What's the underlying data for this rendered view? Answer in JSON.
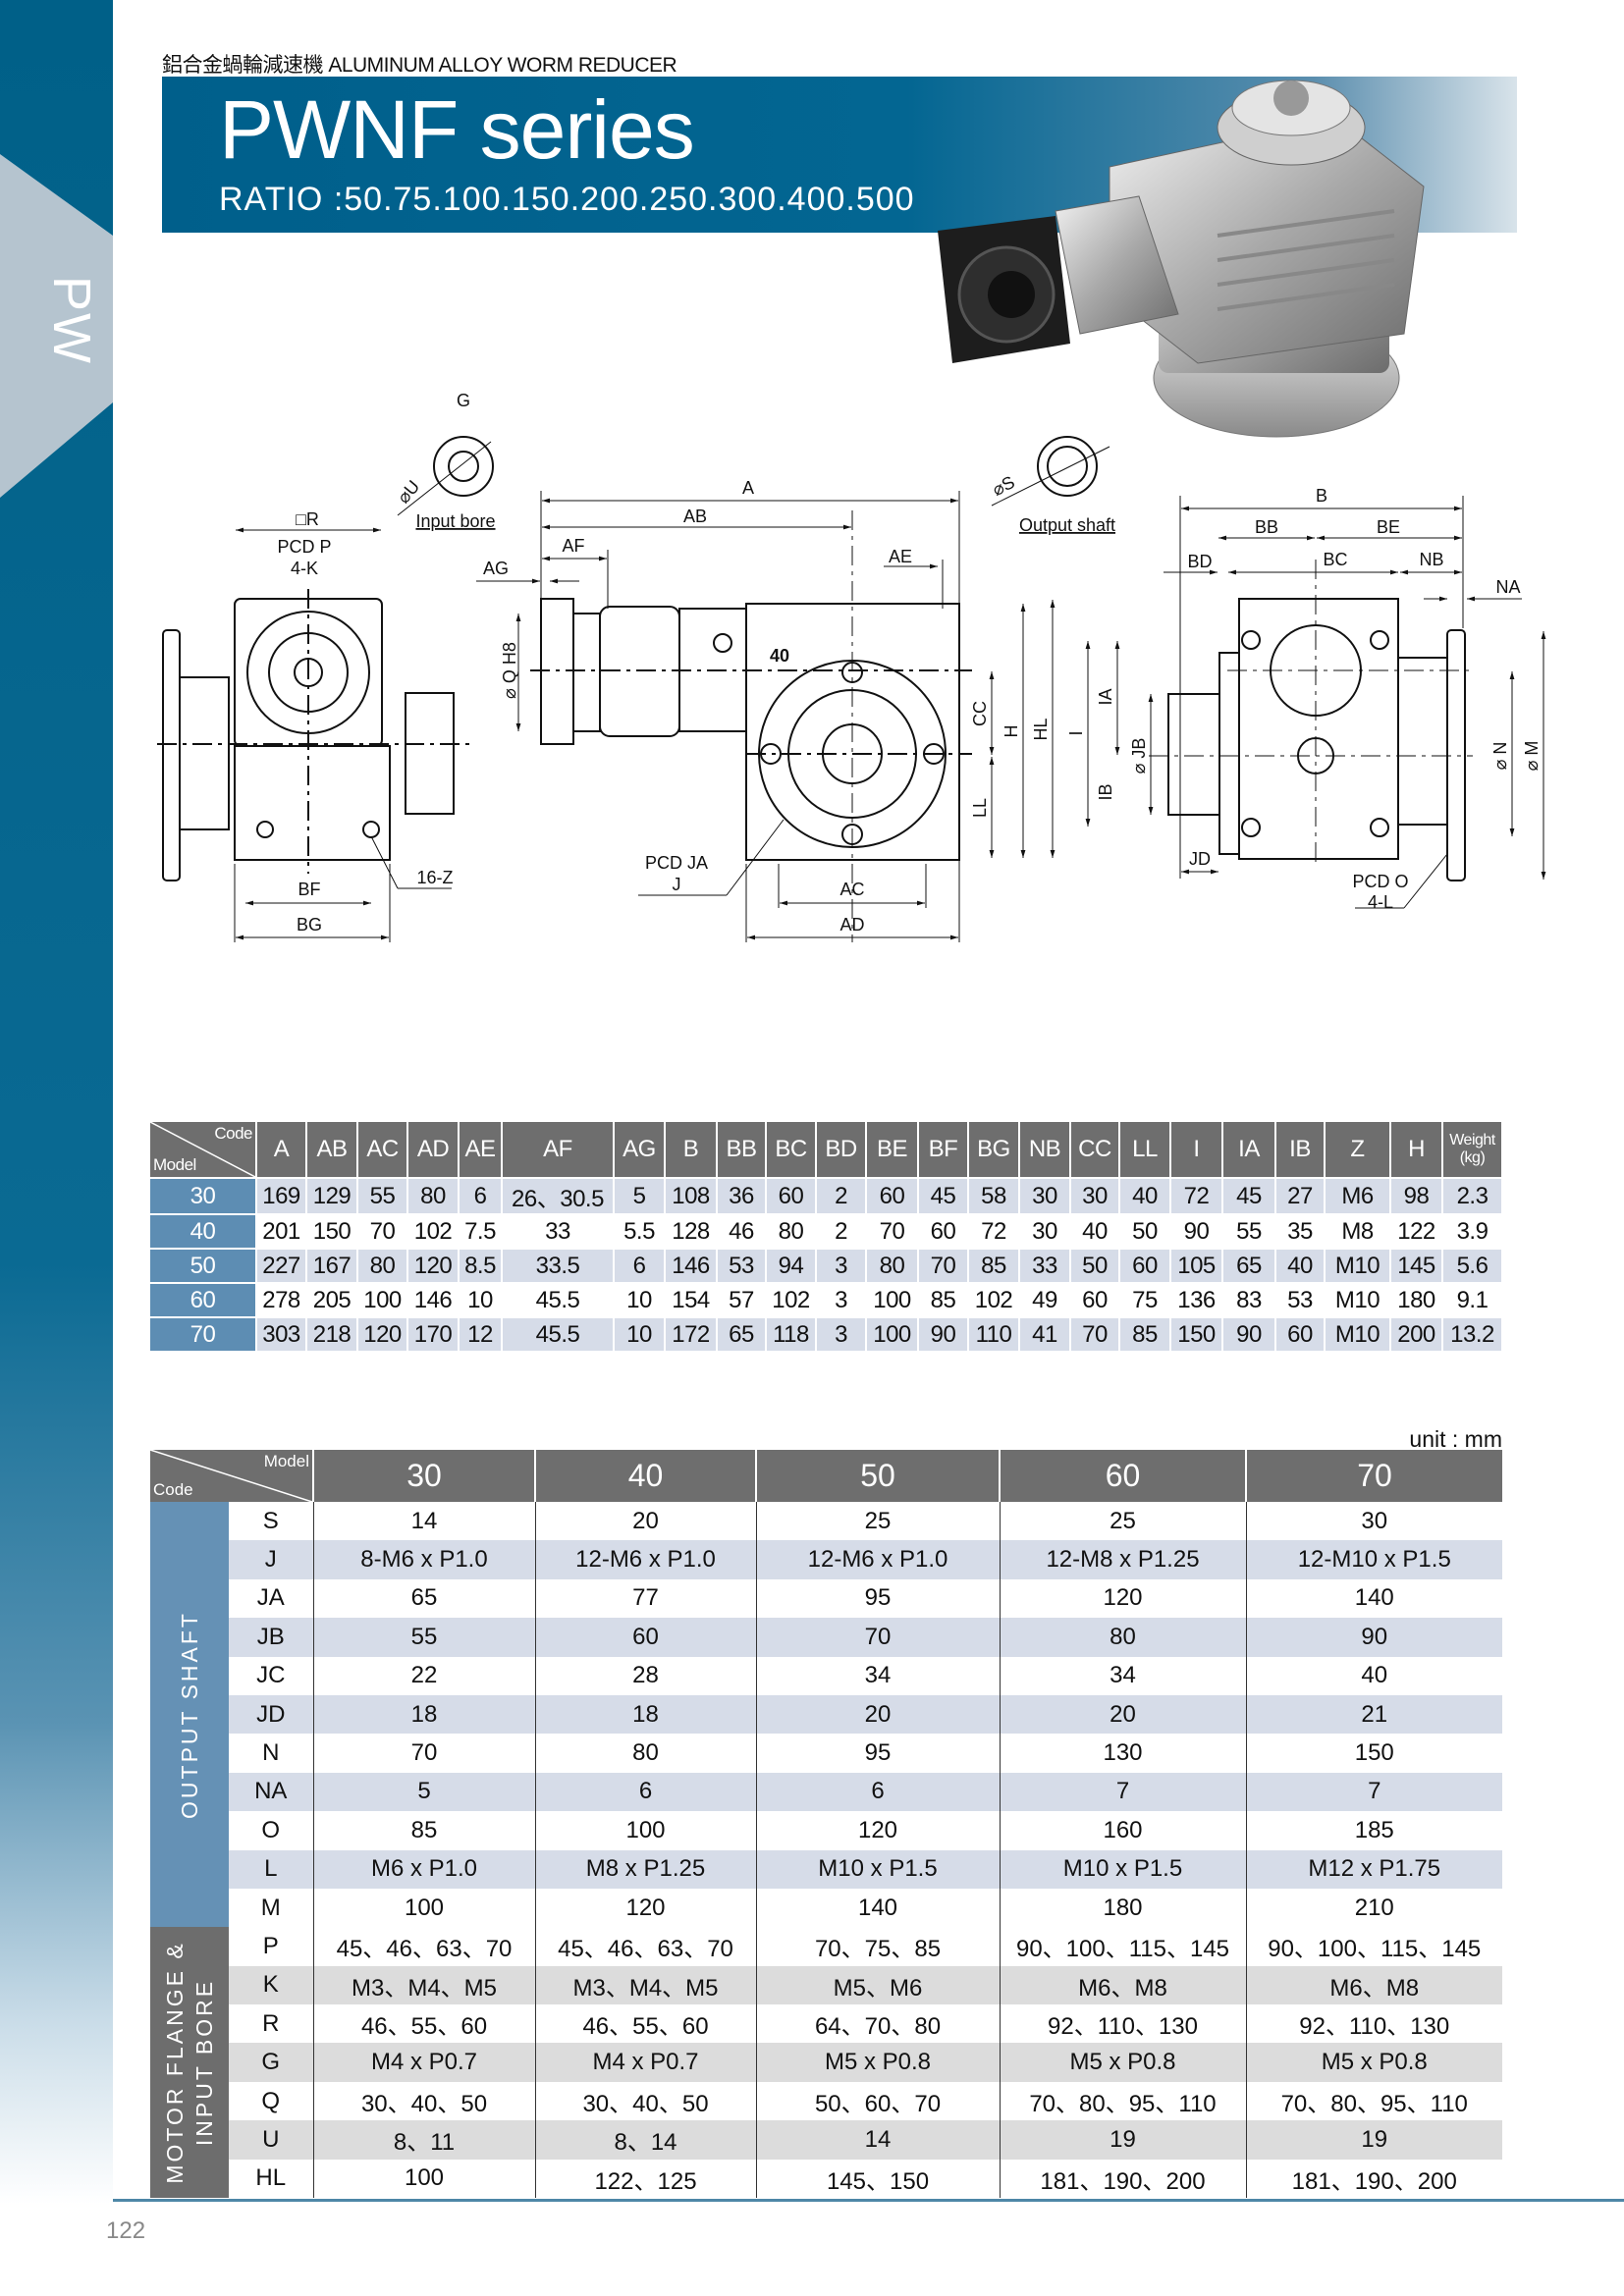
{
  "sidebar": {
    "tag": "PW"
  },
  "header": {
    "subtitle": "鋁合金蝸輪減速機  ALUMINUM ALLOY WORM REDUCER",
    "title": "PWNF series",
    "ratio": "RATIO :50.75.100.150.200.250.300.400.500"
  },
  "colors": {
    "brand": "#005f8b",
    "header_gray": "#6e6e6e",
    "model_blue": "#5d8db3",
    "stripe": "#d6dce8"
  },
  "drawing": {
    "G": "G",
    "U": "⌀U",
    "input_bore": "Input bore",
    "R": "□R",
    "PCDP": "PCD P",
    "K": "4-K",
    "A": "A",
    "AB": "AB",
    "AF": "AF",
    "AE": "AE",
    "AG": "AG",
    "Q": "⌀ Q H8",
    "Z": "16-Z",
    "BF": "BF",
    "BG": "BG",
    "PCDJA": "PCD JA",
    "J": "J",
    "AC": "AC",
    "AD": "AD",
    "size": "40",
    "S": "⌀S",
    "output_shaft": "Output shaft",
    "B": "B",
    "BB": "BB",
    "BE": "BE",
    "BD": "BD",
    "BC": "BC",
    "NB": "NB",
    "NA": "NA",
    "CC": "CC",
    "H": "H",
    "HL": "HL",
    "I": "I",
    "IA": "IA",
    "IB": "IB",
    "JB": "⌀ JB",
    "LL": "LL",
    "JD": "JD",
    "PCDO": "PCD O",
    "L": "4-L",
    "N": "⌀ N",
    "M": "⌀ M"
  },
  "table1": {
    "corner_top": "Code",
    "corner_bottom": "Model",
    "headers": [
      "A",
      "AB",
      "AC",
      "AD",
      "AE",
      "AF",
      "AG",
      "B",
      "BB",
      "BC",
      "BD",
      "BE",
      "BF",
      "BG",
      "NB",
      "CC",
      "LL",
      "I",
      "IA",
      "IB",
      "Z",
      "H"
    ],
    "weight_header": "Weight (kg)",
    "rows": [
      {
        "model": "30",
        "values": [
          "169",
          "129",
          "55",
          "80",
          "6",
          "26、30.5",
          "5",
          "108",
          "36",
          "60",
          "2",
          "60",
          "45",
          "58",
          "30",
          "30",
          "40",
          "72",
          "45",
          "27",
          "M6",
          "98",
          "2.3"
        ]
      },
      {
        "model": "40",
        "values": [
          "201",
          "150",
          "70",
          "102",
          "7.5",
          "33",
          "5.5",
          "128",
          "46",
          "80",
          "2",
          "70",
          "60",
          "72",
          "30",
          "40",
          "50",
          "90",
          "55",
          "35",
          "M8",
          "122",
          "3.9"
        ]
      },
      {
        "model": "50",
        "values": [
          "227",
          "167",
          "80",
          "120",
          "8.5",
          "33.5",
          "6",
          "146",
          "53",
          "94",
          "3",
          "80",
          "70",
          "85",
          "33",
          "50",
          "60",
          "105",
          "65",
          "40",
          "M10",
          "145",
          "5.6"
        ]
      },
      {
        "model": "60",
        "values": [
          "278",
          "205",
          "100",
          "146",
          "10",
          "45.5",
          "10",
          "154",
          "57",
          "102",
          "3",
          "100",
          "85",
          "102",
          "49",
          "60",
          "75",
          "136",
          "83",
          "53",
          "M10",
          "180",
          "9.1"
        ]
      },
      {
        "model": "70",
        "values": [
          "303",
          "218",
          "120",
          "170",
          "12",
          "45.5",
          "10",
          "172",
          "65",
          "118",
          "3",
          "100",
          "90",
          "110",
          "41",
          "70",
          "85",
          "150",
          "90",
          "60",
          "M10",
          "200",
          "13.2"
        ]
      }
    ]
  },
  "table2": {
    "unit": "unit : mm",
    "corner_top": "Model",
    "corner_bottom": "Code",
    "models": [
      "30",
      "40",
      "50",
      "60",
      "70"
    ],
    "groups": [
      {
        "label": "OUTPUT  SHAFT",
        "rows": [
          {
            "code": "S",
            "values": [
              "14",
              "20",
              "25",
              "25",
              "30"
            ]
          },
          {
            "code": "J",
            "values": [
              "8-M6 x P1.0",
              "12-M6 x P1.0",
              "12-M6 x P1.0",
              "12-M8 x P1.25",
              "12-M10 x P1.5"
            ]
          },
          {
            "code": "JA",
            "values": [
              "65",
              "77",
              "95",
              "120",
              "140"
            ]
          },
          {
            "code": "JB",
            "values": [
              "55",
              "60",
              "70",
              "80",
              "90"
            ]
          },
          {
            "code": "JC",
            "values": [
              "22",
              "28",
              "34",
              "34",
              "40"
            ]
          },
          {
            "code": "JD",
            "values": [
              "18",
              "18",
              "20",
              "20",
              "21"
            ]
          },
          {
            "code": "N",
            "values": [
              "70",
              "80",
              "95",
              "130",
              "150"
            ]
          },
          {
            "code": "NA",
            "values": [
              "5",
              "6",
              "6",
              "7",
              "7"
            ]
          },
          {
            "code": "O",
            "values": [
              "85",
              "100",
              "120",
              "160",
              "185"
            ]
          },
          {
            "code": "L",
            "values": [
              "M6 x P1.0",
              "M8 x P1.25",
              "M10 x P1.5",
              "M10 x P1.5",
              "M12 x P1.75"
            ]
          },
          {
            "code": "M",
            "values": [
              "100",
              "120",
              "140",
              "180",
              "210"
            ]
          }
        ]
      },
      {
        "label": "MOTOR  FLANGE  &",
        "label2": "INPUT  BORE",
        "rows": [
          {
            "code": "P",
            "values": [
              "45、46、63、70",
              "45、46、63、70",
              "70、75、85",
              "90、100、115、145",
              "90、100、115、145"
            ]
          },
          {
            "code": "K",
            "values": [
              "M3、M4、M5",
              "M3、M4、M5",
              "M5、M6",
              "M6、M8",
              "M6、M8"
            ]
          },
          {
            "code": "R",
            "values": [
              "46、55、60",
              "46、55、60",
              "64、70、80",
              "92、110、130",
              "92、110、130"
            ]
          },
          {
            "code": "G",
            "values": [
              "M4 x P0.7",
              "M4 x P0.7",
              "M5 x P0.8",
              "M5 x P0.8",
              "M5 x P0.8"
            ]
          },
          {
            "code": "Q",
            "values": [
              "30、40、50",
              "30、40、50",
              "50、60、70",
              "70、80、95、110",
              "70、80、95、110"
            ]
          },
          {
            "code": "U",
            "values": [
              "8、11",
              "8、14",
              "14",
              "19",
              "19"
            ]
          },
          {
            "code": "HL",
            "values": [
              "100",
              "122、125",
              "145、150",
              "181、190、200",
              "181、190、200"
            ]
          }
        ]
      }
    ]
  },
  "footer": {
    "page_number": "122"
  }
}
